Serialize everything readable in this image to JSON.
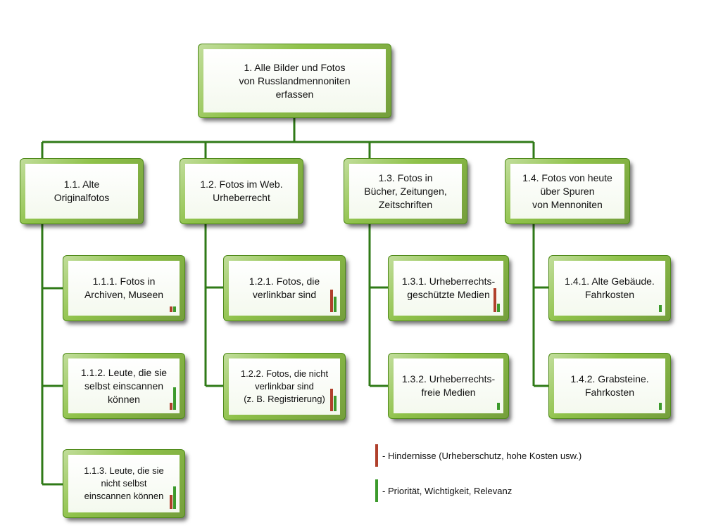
{
  "root": {
    "label": "1. Alle Bilder und Fotos\nvon Russlandmennoniten\nerfassen"
  },
  "categories": [
    {
      "label": "1.1. Alte\nOriginalfotos"
    },
    {
      "label": "1.2. Fotos im Web.\nUrheberrecht"
    },
    {
      "label": "1.3. Fotos in\nBücher, Zeitungen,\nZeitschriften"
    },
    {
      "label": "1.4. Fotos von heute\nüber Spuren\nvon Mennoniten"
    }
  ],
  "items": [
    {
      "label": "1.1.1. Fotos in\nArchiven, Museen",
      "obstacle": 0.2,
      "priority": 0.2
    },
    {
      "label": "1.1.2. Leute, die sie\nselbst einscannen\nkönnen",
      "obstacle": 0.25,
      "priority": 0.8
    },
    {
      "label": "1.1.3. Leute, die sie\nnicht selbst\neinscannen können",
      "obstacle": 0.5,
      "priority": 0.8
    },
    {
      "label": "1.2.1. Fotos, die\nverlinkbar sind",
      "obstacle": 0.8,
      "priority": 0.55
    },
    {
      "label": "1.2.2. Fotos, die nicht\nverlinkbar sind\n(z. B. Registrierung)",
      "obstacle": 0.8,
      "priority": 0.55
    },
    {
      "label": "1.3.1. Urheberrechts-\ngeschützte Medien",
      "obstacle": 0.85,
      "priority": 0.3
    },
    {
      "label": "1.3.2. Urheberrechts-\nfreie Medien",
      "obstacle": 0,
      "priority": 0.25
    },
    {
      "label": "1.4.1. Alte Gebäude.\nFahrkosten",
      "obstacle": 0,
      "priority": 0.25
    },
    {
      "label": "1.4.2. Grabsteine.\nFahrkosten",
      "obstacle": 0,
      "priority": 0.25
    }
  ],
  "legend": {
    "obstacles": "- Hindernisse (Urheberschutz, hohe Kosten usw.)",
    "priority": "- Priorität, Wichtigkeit, Relevanz"
  },
  "colors": {
    "connector": "#2f7a17",
    "box_border": "#8fc24a",
    "obstacle_bar": "#b0402c",
    "priority_bar": "#3c9a2c"
  }
}
